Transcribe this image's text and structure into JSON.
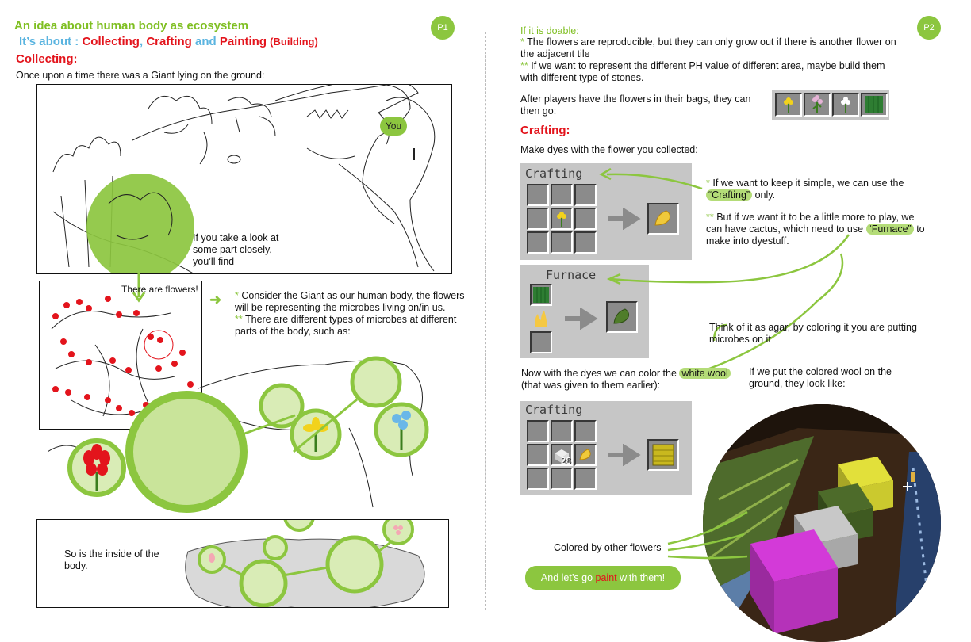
{
  "page1": {
    "badge": "P1",
    "title": "An idea about human body as ecosystem",
    "subtitle": {
      "prefix": "It’s about :",
      "collecting": "Collecting",
      "comma": ",",
      "crafting": "Crafting",
      "and": "and",
      "painting": "Painting",
      "building": "(Building)"
    },
    "collecting_heading": "Collecting:",
    "intro": "Once upon a time there was a Giant lying on the ground:",
    "you_bubble": "You",
    "closer_look": [
      "If you take a look at",
      "some  part closely,",
      "you’ll find"
    ],
    "there_are_flowers": "There are flowers!",
    "note1": {
      "star": "*",
      "lines": [
        "Consider the Giant as our human body, the flowers",
        "will be representing the microbes living on/in us."
      ]
    },
    "note2": {
      "star": "**",
      "lines": [
        "There are different types of microbes at different",
        "parts of the body, such as:"
      ]
    },
    "inside": [
      "So is the inside of the",
      "body."
    ]
  },
  "page2": {
    "badge": "P2",
    "doable_heading": "If it is doable:",
    "doable1": {
      "star": "*",
      "lines": [
        "The flowers are reproducible, but they can only grow out if there is another flower on",
        "the adjacent tile"
      ]
    },
    "doable2": {
      "star": "**",
      "lines": [
        "If we want to represent the different PH value of different area, maybe build them",
        "with different type of stones."
      ]
    },
    "after_players": [
      "After players have the flowers in their bags, they can",
      "then go:"
    ],
    "crafting_heading": "Crafting:",
    "make_dyes": "Make dyes with the flower you collected:",
    "crafting_label": "Crafting",
    "furnace_label": "Furnace",
    "simple_note": {
      "star": "*",
      "pre": "If we want to keep it simple, we can use the",
      "hl": "“Crafting”",
      "post": "only."
    },
    "cactus_note": {
      "star": "**",
      "line1": "But if we want it to be a little more to play, we",
      "pre": "can have cactus, which need to use",
      "hl": "“Furnace”",
      "post": "to",
      "line3": "make into dyestuff."
    },
    "agar": [
      "Think of it as agar, by coloring it you are putting",
      "microbes on it"
    ],
    "wool": {
      "pre": "Now with the dyes we can color the",
      "hl": "white wool",
      "line2": "(that was given to them earlier):"
    },
    "colored_ground": [
      "If we put the colored wool on the",
      "ground, they look like:"
    ],
    "stack_count": "28",
    "colored_by": "Colored by other flowers",
    "lets_go": {
      "pre": "And let’s go",
      "paint": "paint",
      "post": "with them!"
    }
  },
  "colors": {
    "green": "#8cc63f",
    "red": "#e3141c",
    "blue": "#5ab4e0",
    "mc_gray": "#c6c6c6"
  }
}
